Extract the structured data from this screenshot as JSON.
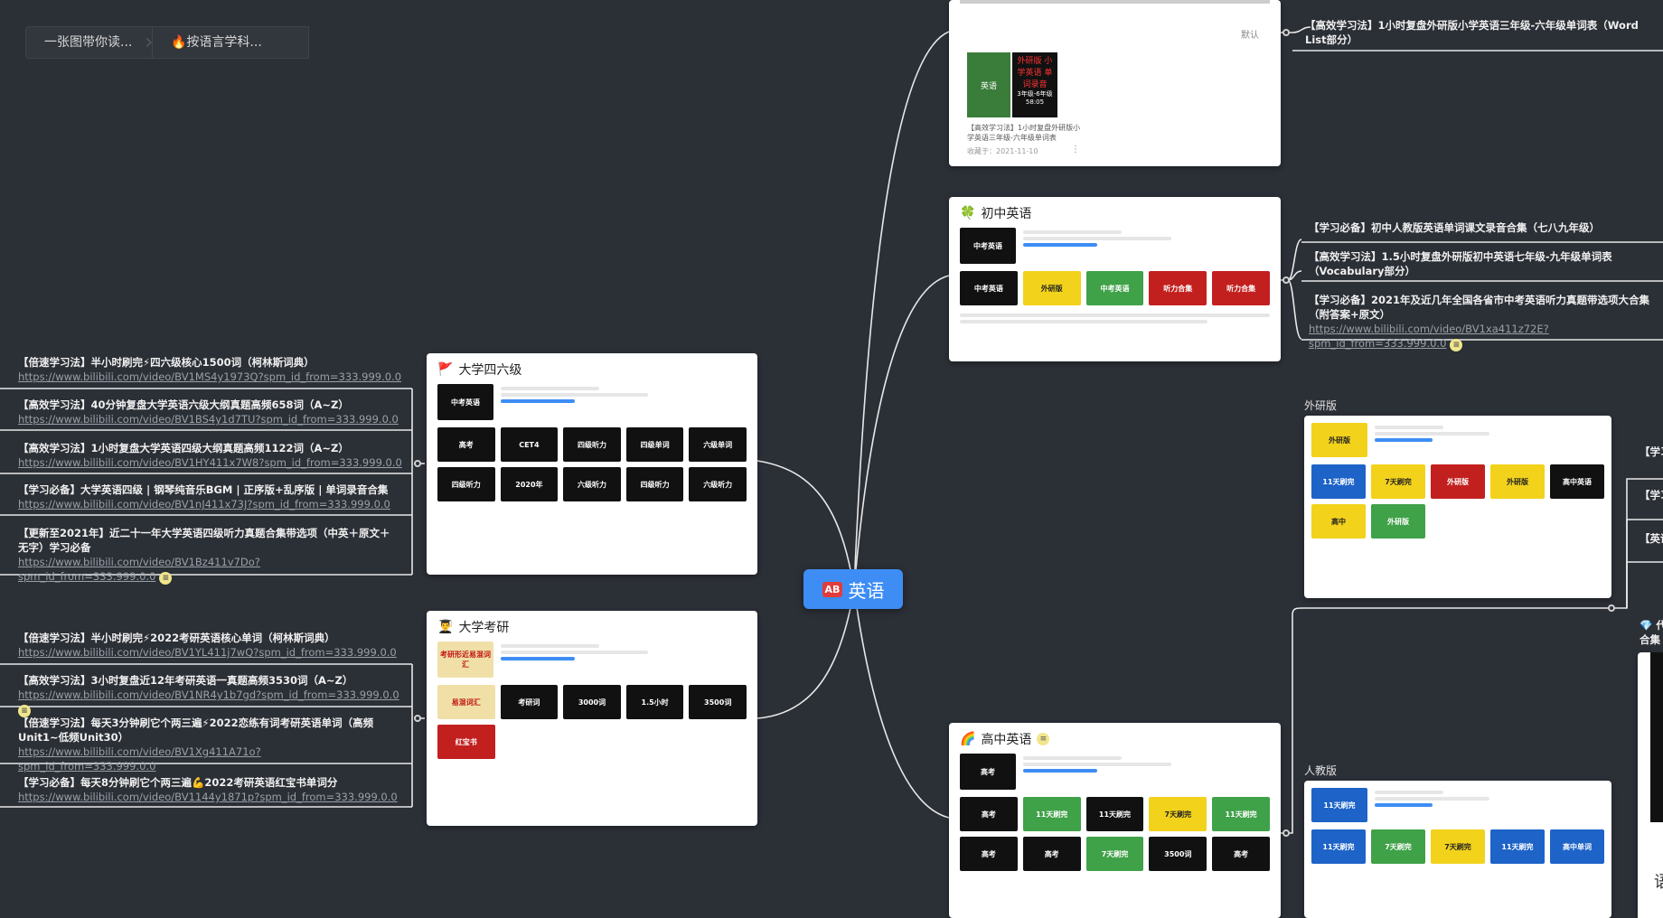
{
  "breadcrumb": {
    "item1": "一张图带你读...",
    "item2": "🔥按语言学科..."
  },
  "central": {
    "badge": "AB",
    "label": "英语"
  },
  "cards": {
    "top_partial": {
      "tag": "默认",
      "caption": "【高效学习法】1小时复盘外研版小学英语三年级-六年级单词表",
      "date": " 收藏于：2021-11-10",
      "cover_title": "外研版 小学英语 单词录音",
      "cover_sub": "3年级-6年级",
      "cover_time": "58:05",
      "cover_left": "英语"
    },
    "junior": {
      "title": "初中英语",
      "icon": "🍀"
    },
    "cet": {
      "title": "大学四六级",
      "icon": "🚩"
    },
    "kaoyan": {
      "title": "大学考研",
      "icon": "👨‍🎓"
    },
    "senior": {
      "title": "高中英语",
      "icon": "🌈"
    },
    "waiyan": {
      "label": "外研版"
    },
    "renjiao": {
      "label": "人教版"
    }
  },
  "left_cet_items": [
    {
      "title": "【倍速学习法】半小时刷完⚡四六级核心1500词（柯林斯词典）",
      "url": "https://www.bilibili.com/video/BV1MS4y1973Q?spm_id_from=333.999.0.0"
    },
    {
      "title": "【高效学习法】40分钟复盘大学英语六级大纲真题高频658词（A~Z）",
      "url": "https://www.bilibili.com/video/BV1BS4y1d7TU?spm_id_from=333.999.0.0"
    },
    {
      "title": "【高效学习法】1小时复盘大学英语四级大纲真题高频1122词（A~Z）",
      "url": "https://www.bilibili.com/video/BV1HY411x7W8?spm_id_from=333.999.0.0"
    },
    {
      "title": "【学习必备】大学英语四级 | 钢琴纯音乐BGM | 正序版+乱序版 | 单词录音合集",
      "url": "https://www.bilibili.com/video/BV1nJ411x73J?spm_id_from=333.999.0.0"
    },
    {
      "title": "【更新至2021年】近二十一年大学英语四级听力真题合集带选项（中英＋原文＋无字）学习必备",
      "url": "https://www.bilibili.com/video/BV1Bz411v7Do?spm_id_from=333.999.0.0"
    }
  ],
  "left_ky_items": [
    {
      "title": "【倍速学习法】半小时刷完⚡2022考研英语核心单词（柯林斯词典）",
      "url": "https://www.bilibili.com/video/BV1YL411j7wQ?spm_id_from=333.999.0.0"
    },
    {
      "title": "【高效学习法】3小时复盘近12年考研英语一真题高频3530词（A~Z）",
      "url": "https://www.bilibili.com/video/BV1NR4y1b7gd?spm_id_from=333.999.0.0"
    },
    {
      "title": "【倍速学习法】每天3分钟刷它个两三遍⚡2022恋练有词考研英语单词（高频Unit1~低频Unit30）",
      "url": "https://www.bilibili.com/video/BV1Xg411A71o?spm_id_from=333.999.0.0"
    },
    {
      "title": "【学习必备】每天8分钟刷它个两三遍💪2022考研英语红宝书单词分",
      "url": "https://www.bilibili.com/video/BV1144y1871p?spm_id_from=333.999.0.0"
    }
  ],
  "right_items": {
    "top": "【高效学习法】1小时复盘外研版小学英语三年级-六年级单词表（Word List部分）",
    "junior": [
      {
        "title": "【学习必备】初中人教版英语单词课文录音合集（七八九年级）",
        "url": ""
      },
      {
        "title": "【高效学习法】1.5小时复盘外研版初中英语七年级-九年级单词表（Vocabulary部分）",
        "url": ""
      },
      {
        "title": "【学习必备】2021年及近几年全国各省市中考英语听力真题带选项大合集（附答案+原文）",
        "url": "https://www.bilibili.com/video/BV1xa411z72E?spm_id_from=333.999.0.0"
      }
    ],
    "far_right": [
      "【学习",
      "【学习",
      "【英语",
      "💎 代",
      "合集",
      "语"
    ]
  },
  "colors": {
    "background": "#2b2f36",
    "central": "#3d8df5",
    "line": "#e8e8e8"
  }
}
